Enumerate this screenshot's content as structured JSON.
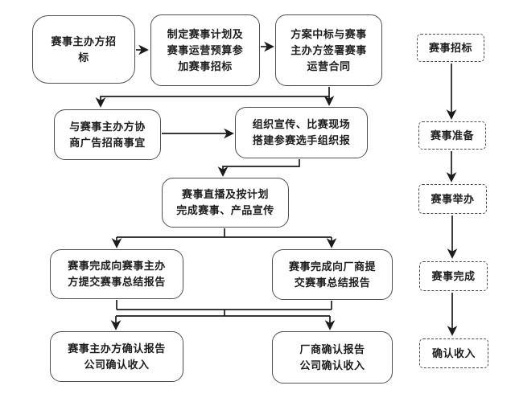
{
  "diagram": {
    "type": "flowchart",
    "language": "zh-CN",
    "colors": {
      "background": "#ffffff",
      "box_border": "#4f4f4f",
      "phase_border": "#4a4a4a",
      "arrow": "#1c1c1c",
      "text": "#1d1d1d"
    }
  },
  "flow": {
    "host_tender": {
      "text": "赛事主办方招\n标"
    },
    "plan_budget": {
      "text": "制定赛事计划及\n赛事运营预算参\n加赛事招标"
    },
    "win_contract": {
      "text": "方案中标与赛事\n主办方签署赛事\n运营合同"
    },
    "negotiate_ads": {
      "text": "与赛事主办方协\n商广告招商事宜"
    },
    "organize": {
      "text": "组织宣传、比赛现场\n搭建参赛选手组织报"
    },
    "broadcast": {
      "text": "赛事直播及按计划\n完成赛事、产品宣传"
    },
    "report_host": {
      "text": "赛事完成向赛事主办\n方提交赛事总结报告"
    },
    "report_vendor": {
      "text": "赛事完成向厂商提\n交赛事总结报告"
    },
    "host_confirm": {
      "text": "赛事主办方确认报告\n公司确认收入"
    },
    "vendor_confirm": {
      "text": "厂商确认报告\n公司确认收入"
    }
  },
  "phases": [
    {
      "label": "赛事招标"
    },
    {
      "label": "赛事准备"
    },
    {
      "label": "赛事举办"
    },
    {
      "label": "赛事完成"
    },
    {
      "label": "确认收入"
    }
  ]
}
